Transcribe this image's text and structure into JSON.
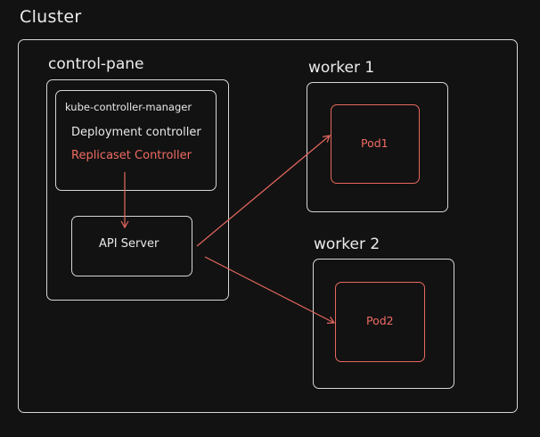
{
  "cluster": {
    "title": "Cluster"
  },
  "control_plane": {
    "title": "control-pane",
    "controller_manager": {
      "title": "kube-controller-manager",
      "items": [
        "Deployment controller",
        "Replicaset Controller"
      ]
    },
    "api_server": {
      "label": "API Server"
    }
  },
  "workers": [
    {
      "title": "worker 1",
      "pod": "Pod1"
    },
    {
      "title": "worker 2",
      "pod": "Pod2"
    }
  ],
  "colors": {
    "background": "#121212",
    "stroke": "#d6d6d6",
    "accent": "#e6685f"
  }
}
